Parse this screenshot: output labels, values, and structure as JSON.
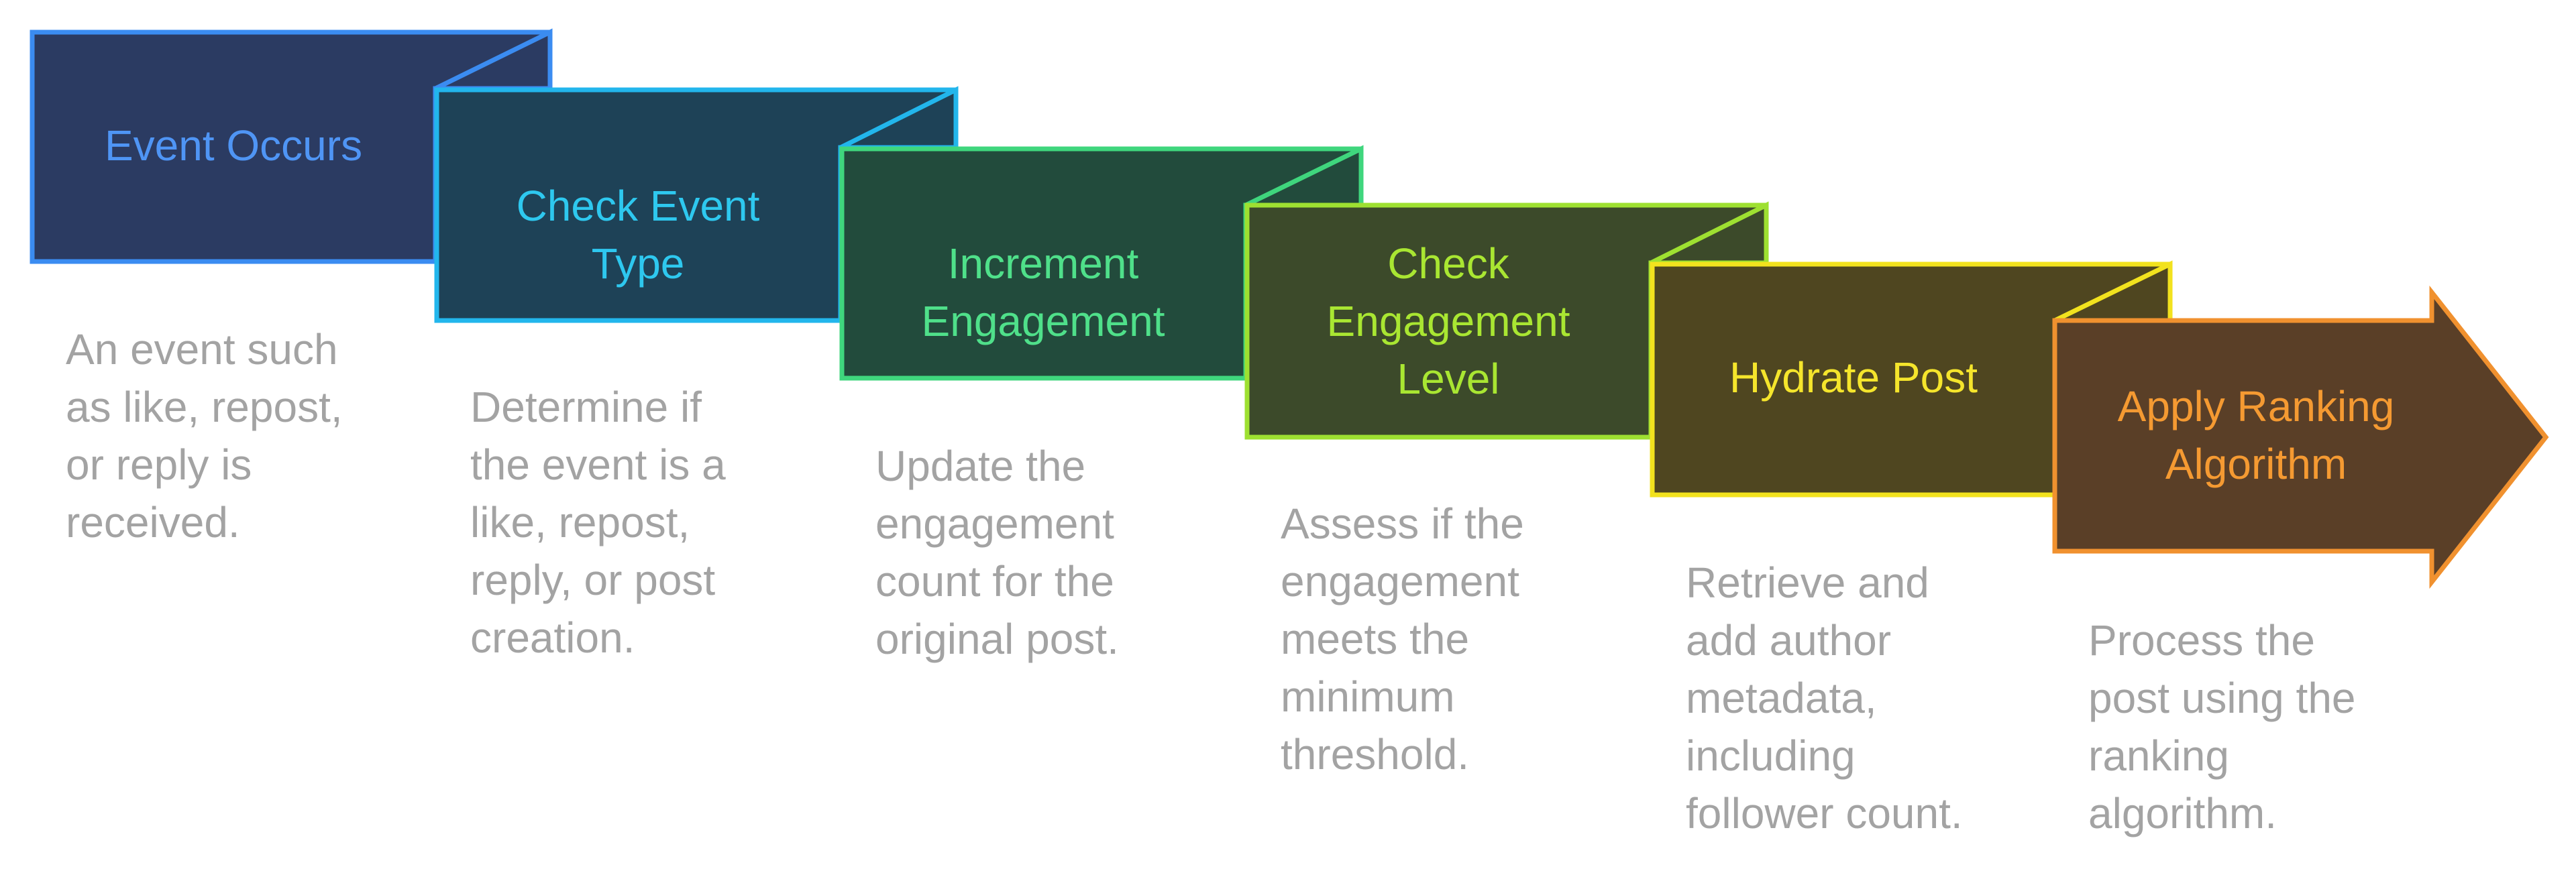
{
  "steps": [
    {
      "title": "Event Occurs",
      "description": "An event such\nas like, repost,\nor reply is\nreceived.",
      "text_color": "#4f95f5",
      "fill": "#2b3b62",
      "stroke": "#3b8cf1"
    },
    {
      "title": "Check Event\nType",
      "description": "Determine if\nthe event is a\nlike, repost,\nreply, or post\ncreation.",
      "text_color": "#2ec8ef",
      "fill": "#1e4257",
      "stroke": "#22b6ec"
    },
    {
      "title": "Increment\nEngagement",
      "description": "Update the\nengagement\ncount for the\noriginal post.",
      "text_color": "#4fe08a",
      "fill": "#224b3c",
      "stroke": "#3fd67d"
    },
    {
      "title": "Check\nEngagement\nLevel",
      "description": "Assess if the\nengagement\nmeets the\nminimum\nthreshold.",
      "text_color": "#a9e632",
      "fill": "#3c4a2a",
      "stroke": "#9ee031"
    },
    {
      "title": "Hydrate Post",
      "description": "Retrieve and\nadd author\nmetadata,\nincluding\nfollower count.",
      "text_color": "#f5e52c",
      "fill": "#4f4620",
      "stroke": "#f2e21e"
    },
    {
      "title": "Apply Ranking\nAlgorithm",
      "description": "Process the\npost using the\nranking\nalgorithm.",
      "text_color": "#f59a32",
      "fill": "#5a3f27",
      "stroke": "#f0912f"
    }
  ]
}
